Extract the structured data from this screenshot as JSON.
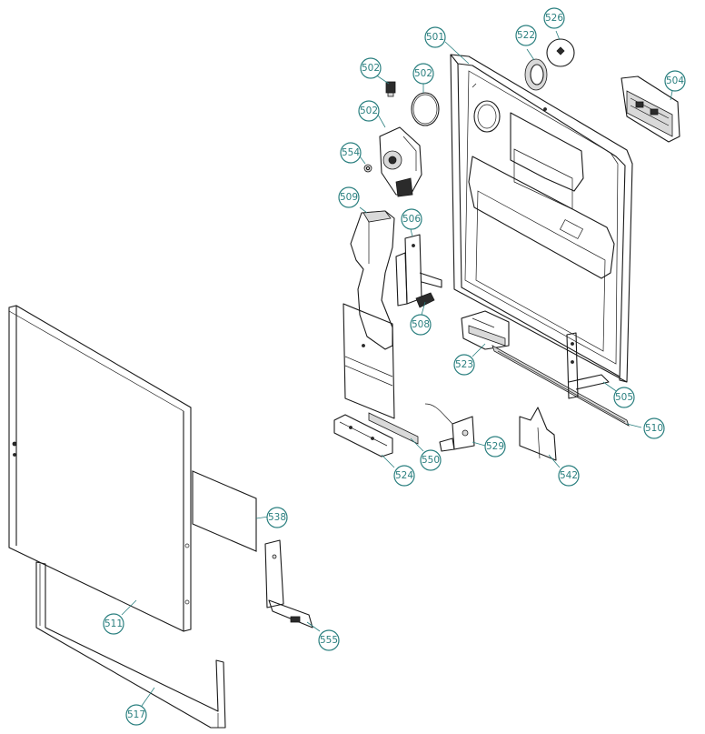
{
  "diagram": {
    "callouts": [
      {
        "id": "c501",
        "label": "501"
      },
      {
        "id": "c502a",
        "label": "502"
      },
      {
        "id": "c502b",
        "label": "502"
      },
      {
        "id": "c502c",
        "label": "502"
      },
      {
        "id": "c504",
        "label": "504"
      },
      {
        "id": "c505",
        "label": "505"
      },
      {
        "id": "c506",
        "label": "506"
      },
      {
        "id": "c508",
        "label": "508"
      },
      {
        "id": "c509",
        "label": "509"
      },
      {
        "id": "c510",
        "label": "510"
      },
      {
        "id": "c511",
        "label": "511"
      },
      {
        "id": "c517",
        "label": "517"
      },
      {
        "id": "c522",
        "label": "522"
      },
      {
        "id": "c523",
        "label": "523"
      },
      {
        "id": "c524",
        "label": "524"
      },
      {
        "id": "c526",
        "label": "526"
      },
      {
        "id": "c529",
        "label": "529"
      },
      {
        "id": "c538",
        "label": "538"
      },
      {
        "id": "c542",
        "label": "542"
      },
      {
        "id": "c550",
        "label": "550"
      },
      {
        "id": "c554",
        "label": "554"
      },
      {
        "id": "c555",
        "label": "555"
      }
    ],
    "colors": {
      "callout": "#2a7f7f",
      "line": "#1a1a1a"
    }
  }
}
